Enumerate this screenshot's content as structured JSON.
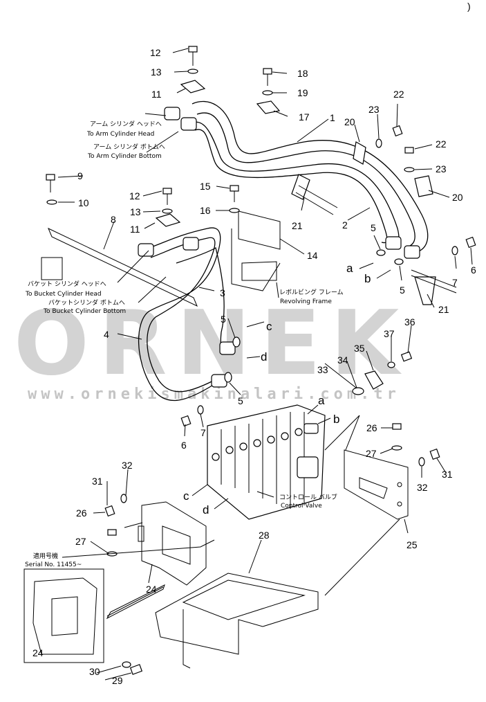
{
  "corner_mark": ")",
  "watermark": {
    "brand": "ORNEK",
    "url": "www.ornekismakinalari.com.tr"
  },
  "callouts": {
    "n1": "1",
    "n2": "2",
    "n3": "3",
    "n4": "4",
    "n5a": "5",
    "n5b": "5",
    "n5c": "5",
    "n5d": "5",
    "n6a": "6",
    "n6b": "6",
    "n7a": "7",
    "n7b": "7",
    "n8": "8",
    "n9": "9",
    "n10": "10",
    "n11a": "11",
    "n11b": "11",
    "n12a": "12",
    "n12b": "12",
    "n13a": "13",
    "n13b": "13",
    "n14": "14",
    "n15": "15",
    "n16": "16",
    "n17": "17",
    "n18": "18",
    "n19": "19",
    "n20a": "20",
    "n20b": "20",
    "n21a": "21",
    "n21b": "21",
    "n22a": "22",
    "n22b": "22",
    "n23a": "23",
    "n23b": "23",
    "n24a": "24",
    "n24b": "24",
    "n25": "25",
    "n26a": "26",
    "n26b": "26",
    "n27a": "27",
    "n27b": "27",
    "n28": "28",
    "n29": "29",
    "n30": "30",
    "n31a": "31",
    "n31b": "31",
    "n32a": "32",
    "n32b": "32",
    "n33": "33",
    "n34": "34",
    "n35": "35",
    "n36": "36",
    "n37": "37"
  },
  "letters": {
    "a1": "a",
    "b1": "b",
    "c1": "c",
    "d1": "d",
    "a2": "a",
    "b2": "b",
    "c2": "c",
    "d2": "d"
  },
  "notes": {
    "arm_head_jp": "アーム シリンダ ヘッドへ",
    "arm_head_en": "To Arm Cylinder Head",
    "arm_bottom_jp": "アーム シリンダ ボトムへ",
    "arm_bottom_en": "To Arm Cylinder Bottom",
    "bucket_head_jp": "バケット シリンダ ヘッドへ",
    "bucket_head_en": "To Bucket Cylinder Head",
    "bucket_bottom_jp": "バケットシリンダ ボトムへ",
    "bucket_bottom_en": "To Bucket Cylinder Bottom",
    "revolving_jp": "レボルビング フレーム",
    "revolving_en": "Revolving Frame",
    "control_jp": "コントロール バルブ",
    "control_en": "Control Valve",
    "serial_jp": "適用号機",
    "serial_en": "Serial No. 11455~"
  }
}
